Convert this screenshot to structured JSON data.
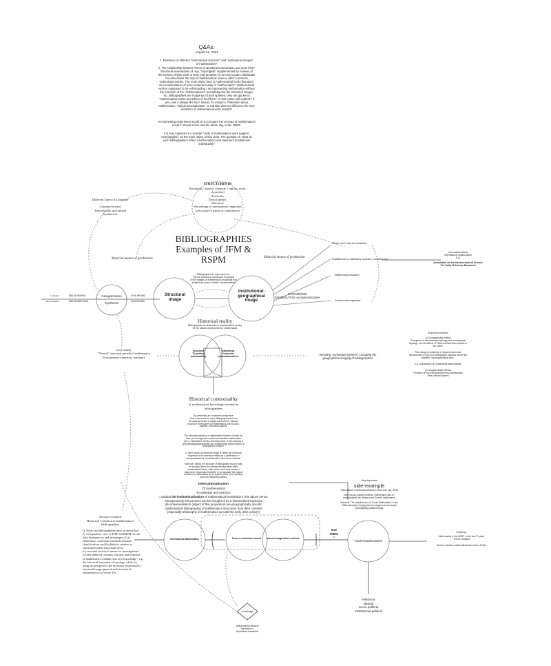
{
  "qa": {
    "title": "Q&As:",
    "date": "August 21, 2024",
    "p1": "1. Existence of different \"international structure\" and \"institutional images\"\nof mathematics?",
    "p2": "2. The relationship between forms of structural enumeration and mere lists?\nStructural enumeration of, say, \"topologists\" supplemented by reviews of\nthe content of their work is more interpretative: it not only locates individuals\nbut also draws the map of mathematical science which connects\ninstitutional entries. The main object here is mathematical work (literature)\nas a manifestation of socio-material reality of \"mathematics\". Mathematical\nwork is supposed to be self-standing / as representing mathematics without\nthe inclusion of the \"mathematician\" (everything but the structural image).\nSo, bibliographies are mappings of both spheres, they are guides to\n\"mathematical works and where to find them\". Is this notion self-evident? If\nyes, was it always like this? Would, for instance, Platonism about\nmathematics, \"logical axiomatization\" or Kantian view not influence the very\ndefinition of mathematical work (result)?",
    "p3": "An interesting experiment would be to compare the concept of mathematical\nresult in Soviet Union and the West, say, in the 1950s.",
    "p4": "It is very important to consider \"units of mathematical work (papers,\nmonographs)\" as the main object of this chart. The question is, what do\nsuch bibliographies reflect (mathematics) and represent (institutions/\nindividuals)?"
  },
  "structures": {
    "title": "STRUCTURES IN",
    "body": "Periodicals - (annals, zhurnaly + reports, notes,\nchronicles)\nTextbooks\nEncyclopedias\nHistorical\nProceedings of international congresses\n(disclosure of panels at conferences)"
  },
  "literature": {
    "title": "Different Types of Literature",
    "body": "Concept-focused\nTheoretically specialized\nSynthetical"
  },
  "main_title": "BIBLIOGRAPHIES\nExamples of JFM &\nRSPM",
  "material_left": "Material means of production",
  "material_right": "Material means of production",
  "right_items": {
    "lists": "Words, who? Lists and directories",
    "establishment": "Establishment of institutions (societies, publishers etc)",
    "education": "Mathematical education",
    "conferences": "Conferences/congresses"
  },
  "far_right": {
    "line1": "Non-mathematical\nInternational organizations\nE.g.",
    "line2": "Association for the Advancement of Science\nThe Unity of Science Movement"
  },
  "biblio_note": "Bibliographies as expressions of:\nThe the process of continuous renovation\nOf the images of mathematical knowledge and\ninstitutional-social contexts of mathematics",
  "structural_image": "Structural\nimage",
  "institutional_image": "Institutional-\ngeographical\nimage",
  "synchronic_text": "SYNCHRONIC\nENUMERATIVE exclusive/inclusive",
  "cat": {
    "categorization": "Categorization",
    "synthesis": "Synthesis",
    "synchronic": "SYNCHRONIC",
    "diachronic": "DIACHRONIC",
    "bibliographic": "BIBLIOGRAPHIC",
    "bibliographical": "BIBLIOGRAPHICAL",
    "collection": "Collection",
    "reconciliation": "Reconciliation"
  },
  "universality": "Universality\n\"Natural\" structural growth of mathematics\nEvolutionary-contextual continuity",
  "historical_reality": {
    "title": "Historical reality",
    "sub": "Bibliographies as abstractions (mathematical sense)\nOf the natural development of mathematics"
  },
  "venn_left": "Structural\nTheoretical\n(mathematics)",
  "venn_right": "Institutional\nContextual\n(metamathematics)",
  "intruding": "Intruding \"contextual spheres\" changing the\ngeographical imaging of bibliographies",
  "empirical": {
    "title": "Empirical examples",
    "b1": "(1) Geographically Internal\nEmergence of set-theoretical topology and combinatorial\ntopology - the formations of Polish and American schools in\nthe 1920s.",
    "b2": "This change is evidenced in shaved indices and\ndiscrepancies in how both bibliographic systems record and\nclassified \"topology/analysis situs\".",
    "b3": "E.g. classification of Fundamenta Mathematicae",
    "b4": "(2) Geographically external\nFormation of non-European/American mathematics:\nOther cultural spheres"
  },
  "historical_contextuality": {
    "title": "Historical contextuality",
    "sub": "of mathematical knowledge revealed in\nbibliographies",
    "p1": "By presenting an broadened perspective\nOver cross sections, early bibliographies that can\nBe used as means of insight into both the \"natural\"\nstructural\" development of mathematics and its socio-\nmaterial, contextual aspects.",
    "p2": "The internationalization of mathematics however, breaks the\nidea of a homogenous context and situates mathematics\ninto a \"naturalised\" metric contextual plane. It thus requires a\ngeopolitically/geographically and epistemically neutral system of\nbibliographic notation.",
    "p3": "In other words, its structural image is neither an (external)\noutgrowth of its contextual reality nor a justification of\nconceptualisations of mathematics within these contexts.",
    "p4": "Moreover, ideally, the structure of bibliography must be able\nto neutrally reflect the internal developments within\nmathematical theory, while at the same time remain a\ndiachronic \"description-flexibility\" to encapsulate the natural\nevolution of mathematics as an organic whole (very Kantian).\nLions are distinctly localised."
  },
  "internationalisation": {
    "title": "Internationalisation",
    "sub": "Of mathematical\nKnowledge and practice",
    "p_pre": "= gradual ",
    "p_bold": "de-institutionalisation",
    "p_post": " of mathematical knowledge in the above sense.",
    "p_rest": "retrospectively this process can be thought of as a historical/retrospective\ndecontextualisation (object of this proposition are geographically specific\nmathematical bibliography) of mathematics structures from their contexts\n(especially philosophy of mathematics up until the early 20th century)"
  },
  "side": {
    "very_important": "Very important",
    "title": "side-example",
    "p1": "\"International\" mathematics between 1940s and, say, 1970s",
    "p2": "Due to socio-political contexts, mathematics was re-\ncontextualised into Western and Eastern mathematics",
    "p3": "Historical: The establishment of \"Soviet Mathematics\" in the\n1930s attempted merging the two images into one single\n(ideologically-positive) image"
  },
  "natural_evolution": "Natural evolution\nHistorical evolution of mathematical\nbibliographies",
  "qa_block": "Q: What can bibliographies teach us about this?\nA: Comparative view of JFM and RSPM reveals\nboth inadequacies and advantages of (a)\nelementary, combinatorial and horizontal\nclassifications and (b) dialectic relation to\nstructural models (structural trees)\n(c) an useful historical means for investigations\nto their different concepts, theories and branches\nof mathematics combine into new knowledge - e.g.\nthe historical formation of topology, while for\nbring our perspective the necessary (reproduced)\nstructural image (general architecture) of\nmathematics as a whole. Etc.",
  "intl_math": "International Mathematics",
  "former_centralised": "Former centralised context",
  "marginalized": "Intra-de marginalized contexts",
  "but": "But\n1950s\n!",
  "soviet": "\"Soviet Mathematics\"",
  "empirical_right": {
    "title": "Empirical:",
    "p1": "Mathematics in the USSR - In the last 70 years\nTHUTE onwards",
    "p2": "Roots in Ukrainic mathematicians/in back in 1930s"
  },
  "historical_bottom": "Historical\nNatural\nSocio-political\nInstitutional-political",
  "knowledge": "Knowledge",
  "knowledge_sub": "Mathematical Literature\nSynthetical &\nSpecialized theoretical",
  "colors": {
    "line": "#8a8a8a",
    "dark": "#333333",
    "text": "#222222"
  }
}
